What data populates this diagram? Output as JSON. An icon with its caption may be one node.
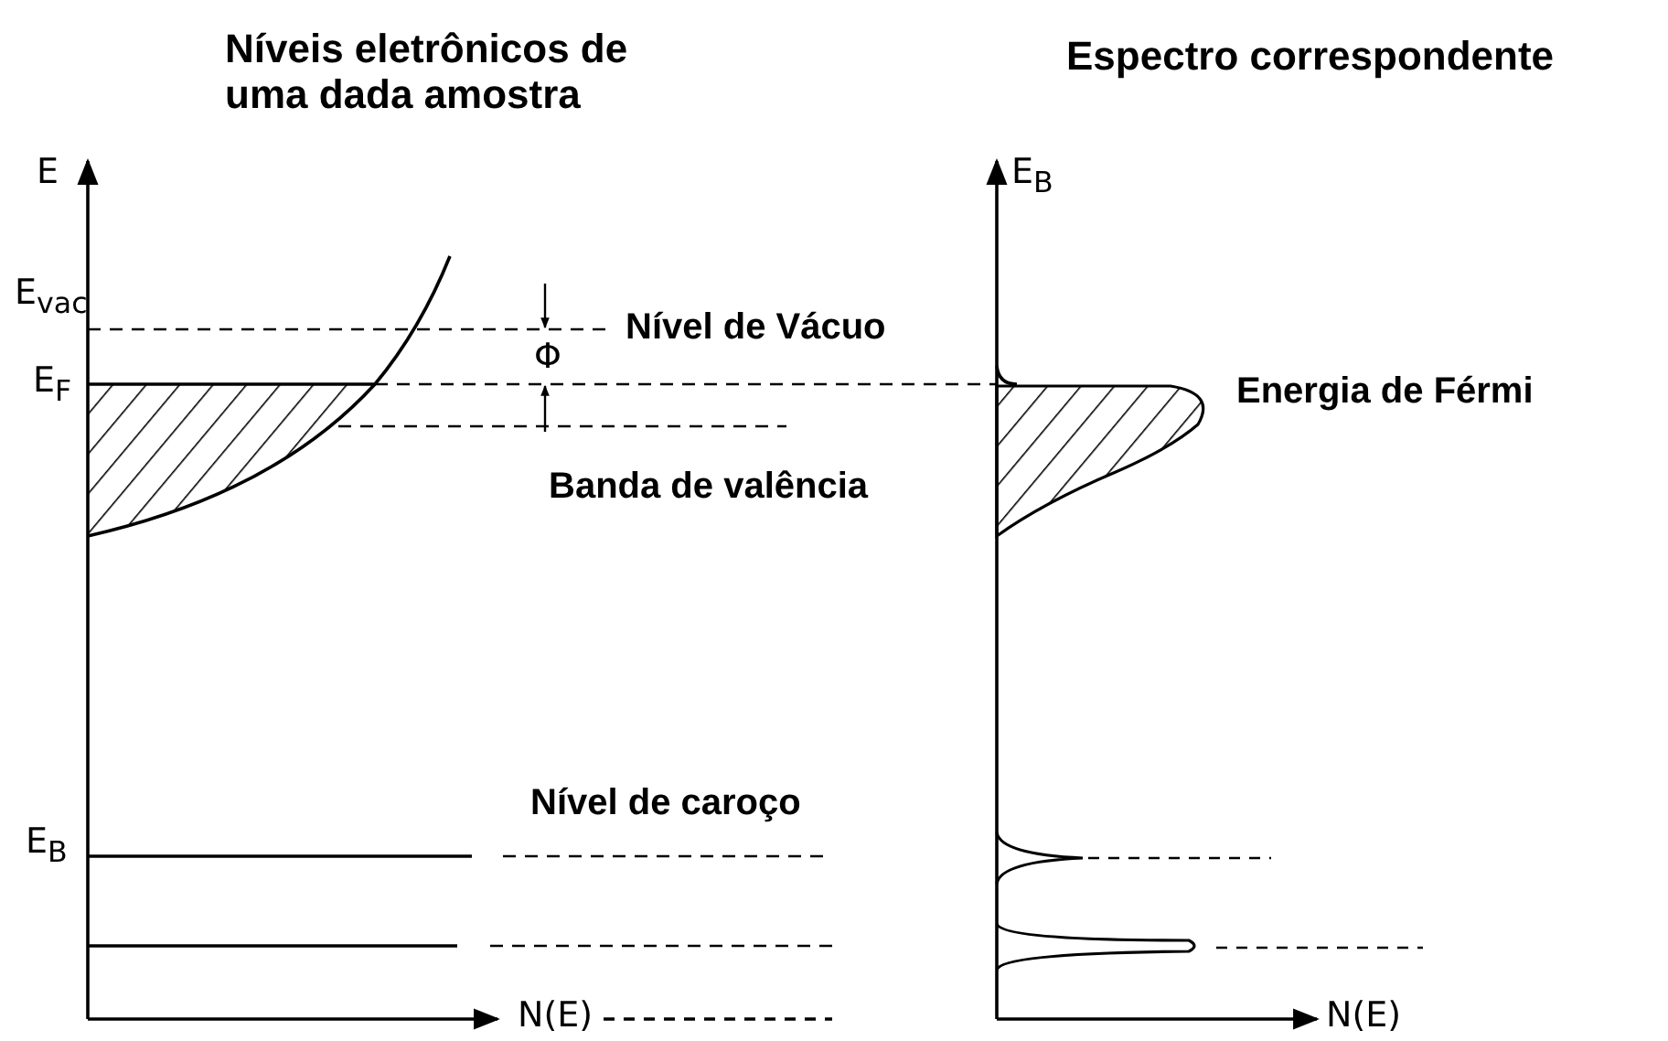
{
  "diagram": {
    "labels": [
      "Níveis eletrônicos de uma dada amostra",
      "Espectro correspondente",
      "E",
      "E$_{B}$",
      "E$_{vac}$",
      "Nível de Vácuo",
      "Φ",
      "E$_{F}$",
      "Energia de Férmi",
      "Banda de valência",
      "Nível de caroço",
      "E$_{B}$",
      "N(E)",
      "N(E)"
    ]
  }
}
